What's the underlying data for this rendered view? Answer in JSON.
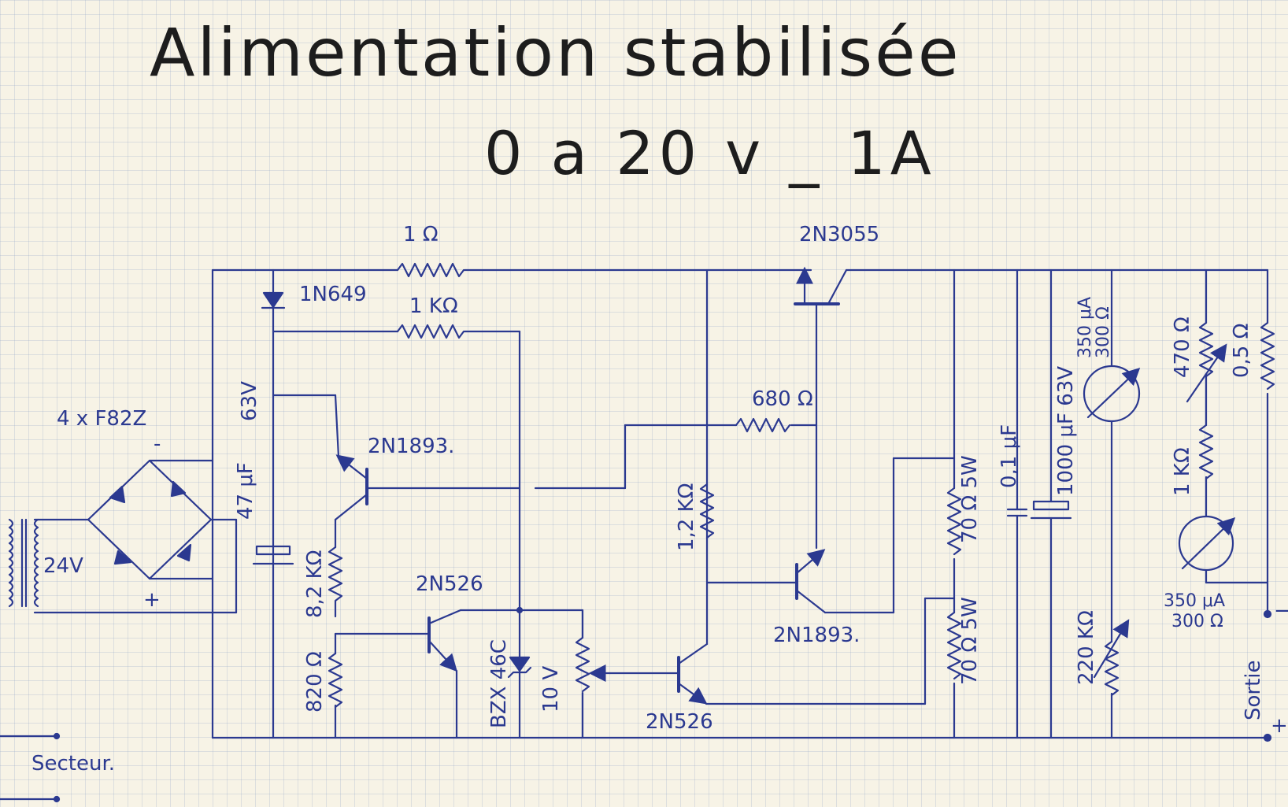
{
  "title": "Alimentation stabilisée",
  "subtitle": "0 a 20 v _ 1A",
  "ink_color": "#2b3990",
  "labels": {
    "r_sense": "1 Ω",
    "d_1n649": "1N649",
    "r_1k": "1 KΩ",
    "q_2n3055": "2N3055",
    "bridge": "4 x F82Z",
    "bridge_minus": "-",
    "bridge_plus": "+",
    "transfo_v": "24V",
    "c_63v": "63V",
    "c_47uf": "47 μF",
    "q_2n1893_a": "2N1893.",
    "r_680": "680 Ω",
    "r_8k2": "8,2 KΩ",
    "r_820": "820 Ω",
    "q_2n526_a": "2N526",
    "zener": "BZX 46C",
    "zener_v": "10 V",
    "r_1k2": "1,2 KΩ",
    "q_2n1893_b": "2N1893.",
    "q_2n526_b": "2N526",
    "r_70a": "70 Ω 5W",
    "r_70b": "70 Ω 5W",
    "c_01uf": "0,1 μF",
    "c_1000uf": "1000 μF 63V",
    "meter_a_1": "350 μA",
    "meter_a_2": "300 Ω",
    "r_470": "470 Ω",
    "r_05": "0,5 Ω",
    "r_1k_b": "1 KΩ",
    "meter_b_1": "350 μA",
    "meter_b_2": "300 Ω",
    "r_220k": "220 KΩ",
    "secteur": "Secteur.",
    "sortie": "Sortie",
    "out_minus": "−",
    "out_plus": "+"
  }
}
